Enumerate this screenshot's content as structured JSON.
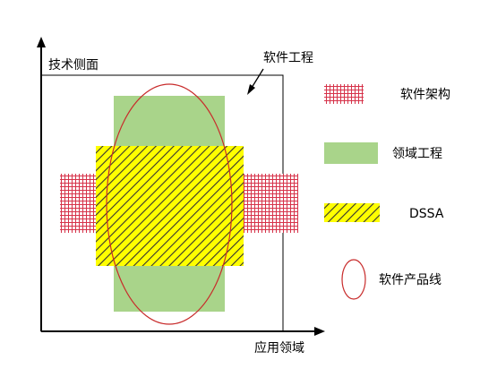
{
  "diagram": {
    "y_axis_label": "技术侧面",
    "x_axis_label": "应用领域",
    "outer_box_label": "软件工程",
    "legend": [
      {
        "key": "arch",
        "label": "软件架构"
      },
      {
        "key": "domain",
        "label": "领域工程"
      },
      {
        "key": "dssa",
        "label": "DSSA"
      },
      {
        "key": "spl",
        "label": "软件产品线"
      }
    ]
  },
  "colors": {
    "domain_fill": "#a9d48a",
    "dssa_fill": "#ffff00",
    "hatch_stroke": "#333333",
    "arch_grid": "#d6334a",
    "ellipse_stroke": "#c82b2b",
    "outline": "#000000"
  },
  "icons": {
    "pointer_arrow": "arrow-pointer-icon",
    "legend_ellipse": "ellipse-outline-icon"
  }
}
